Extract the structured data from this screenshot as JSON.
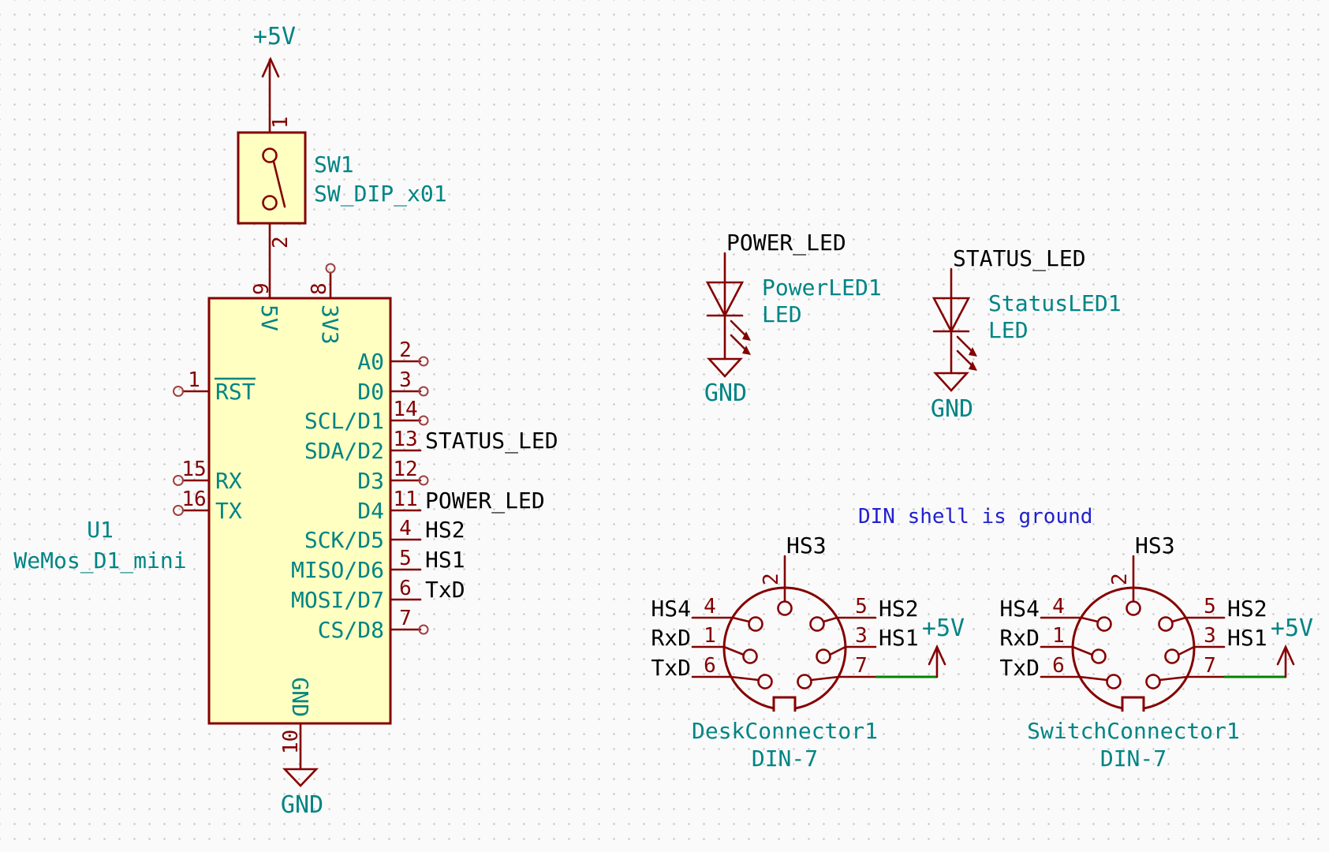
{
  "colors": {
    "symbol_outline": "#840000",
    "value_text": "#008484",
    "net_label_text": "#000000",
    "wire_green": "#008400",
    "note_blue": "#2222cc",
    "symbol_fill": "#ffffc2",
    "background": "#fafafa"
  },
  "power_flags": {
    "vcc_top": "+5V",
    "vcc_desk": "+5V",
    "vcc_switch": "+5V",
    "gnd_mcu": "GND",
    "gnd_power_led": "GND",
    "gnd_status_led": "GND"
  },
  "sw1": {
    "ref": "SW1",
    "value": "SW_DIP_x01",
    "pin1": "1",
    "pin2": "2"
  },
  "mcu": {
    "ref": "U1",
    "value": "WeMos_D1_mini",
    "pin9": {
      "num": "9",
      "name": "5V"
    },
    "pin8": {
      "num": "8",
      "name": "3V3"
    },
    "pin10": {
      "num": "10",
      "name": "GND"
    },
    "left": [
      {
        "num": "1",
        "name": "RST"
      },
      {
        "num": "15",
        "name": "RX"
      },
      {
        "num": "16",
        "name": "TX"
      }
    ],
    "right": [
      {
        "num": "2",
        "name": "A0",
        "label": ""
      },
      {
        "num": "3",
        "name": "D0",
        "label": ""
      },
      {
        "num": "14",
        "name": "SCL/D1",
        "label": ""
      },
      {
        "num": "13",
        "name": "SDA/D2",
        "label": "STATUS_LED"
      },
      {
        "num": "12",
        "name": "D3",
        "label": ""
      },
      {
        "num": "11",
        "name": "D4",
        "label": "POWER_LED"
      },
      {
        "num": "4",
        "name": "SCK/D5",
        "label": "HS2"
      },
      {
        "num": "5",
        "name": "MISO/D6",
        "label": "HS1"
      },
      {
        "num": "6",
        "name": "MOSI/D7",
        "label": "TxD"
      },
      {
        "num": "7",
        "name": "CS/D8",
        "label": ""
      }
    ]
  },
  "power_led": {
    "net": "POWER_LED",
    "ref": "PowerLED1",
    "value": "LED",
    "gnd": "GND"
  },
  "status_led": {
    "net": "STATUS_LED",
    "ref": "StatusLED1",
    "value": "LED",
    "gnd": "GND"
  },
  "note": "DIN shell is ground",
  "din1": {
    "ref": "DeskConnector1",
    "value": "DIN-7",
    "vcc": "+5V",
    "pins": {
      "top": {
        "num": "2",
        "label": "HS3"
      },
      "l1": {
        "num": "4",
        "label": "HS4"
      },
      "l2": {
        "num": "1",
        "label": "RxD"
      },
      "l3": {
        "num": "6",
        "label": "TxD"
      },
      "r1": {
        "num": "5",
        "label": "HS2"
      },
      "r2": {
        "num": "3",
        "label": "HS1"
      },
      "r3": {
        "num": "7",
        "label": ""
      }
    }
  },
  "din2": {
    "ref": "SwitchConnector1",
    "value": "DIN-7",
    "vcc": "+5V",
    "pins": {
      "top": {
        "num": "2",
        "label": "HS3"
      },
      "l1": {
        "num": "4",
        "label": "HS4"
      },
      "l2": {
        "num": "1",
        "label": "RxD"
      },
      "l3": {
        "num": "6",
        "label": "TxD"
      },
      "r1": {
        "num": "5",
        "label": "HS2"
      },
      "r2": {
        "num": "3",
        "label": "HS1"
      },
      "r3": {
        "num": "7",
        "label": ""
      }
    }
  }
}
